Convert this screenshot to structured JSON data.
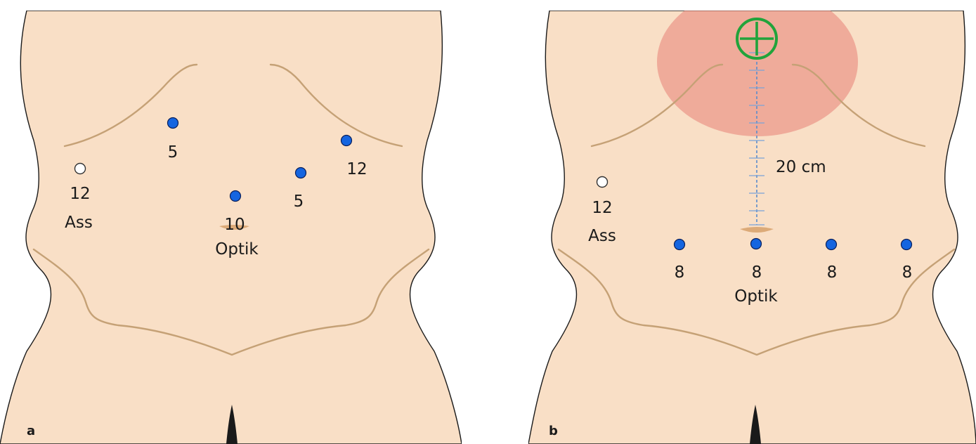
{
  "panels": {
    "a": {
      "letter": "a",
      "assistant_port": {
        "size": "12",
        "label": "Ass",
        "color": "#ffffff"
      },
      "ports": [
        {
          "size": "5"
        },
        {
          "size": "12"
        },
        {
          "size": "5"
        },
        {
          "size": "10",
          "label": "Optik"
        }
      ]
    },
    "b": {
      "letter": "b",
      "assistant_port": {
        "size": "12",
        "label": "Ass",
        "color": "#ffffff"
      },
      "distance_label": "20 cm",
      "ports": [
        {
          "size": "8"
        },
        {
          "size": "8",
          "label": "Optik"
        },
        {
          "size": "8"
        },
        {
          "size": "8"
        }
      ],
      "target_icon": "crosshair-target-icon",
      "target_zone_color": "#e88a80"
    }
  },
  "colors": {
    "skin": "#f9dfc6",
    "trocar": "#1565e0",
    "contour": "#c5a176",
    "target_ring": "#21a33b"
  }
}
